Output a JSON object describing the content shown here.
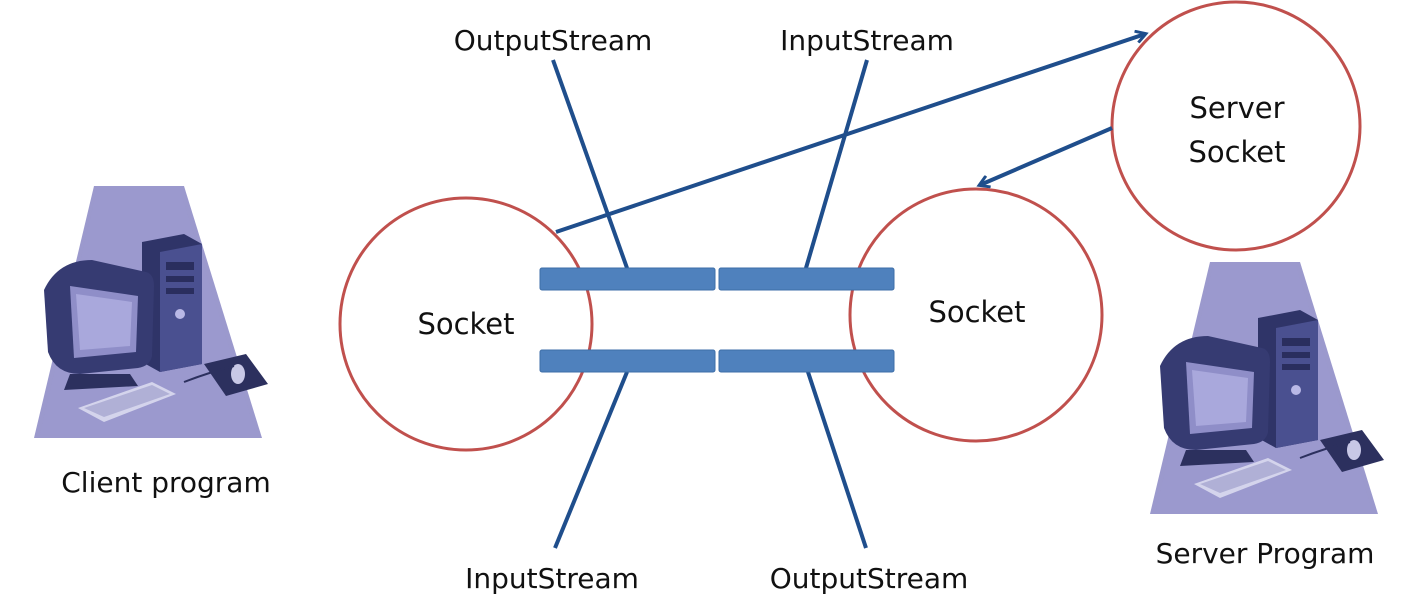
{
  "labels": {
    "client_socket": "Socket",
    "server_socket_conn": "Socket",
    "server_socket_line1": "Server",
    "server_socket_line2": "Socket",
    "output_stream_top": "OutputStream",
    "input_stream_top": "InputStream",
    "input_stream_bottom": "InputStream",
    "output_stream_bottom": "OutputStream",
    "client_program": "Client program",
    "server_program": "Server Program"
  },
  "icons": {
    "client_computer": "desktop-computer-icon",
    "server_computer": "desktop-computer-icon"
  },
  "colors": {
    "circle_stroke": "#c0504d",
    "stream_line": "#1f4e8c",
    "pipe_fill": "#4f81bd",
    "backdrop": "#8a87c4",
    "monitor": "#3a3f7a",
    "screen": "#8f8ec8"
  }
}
